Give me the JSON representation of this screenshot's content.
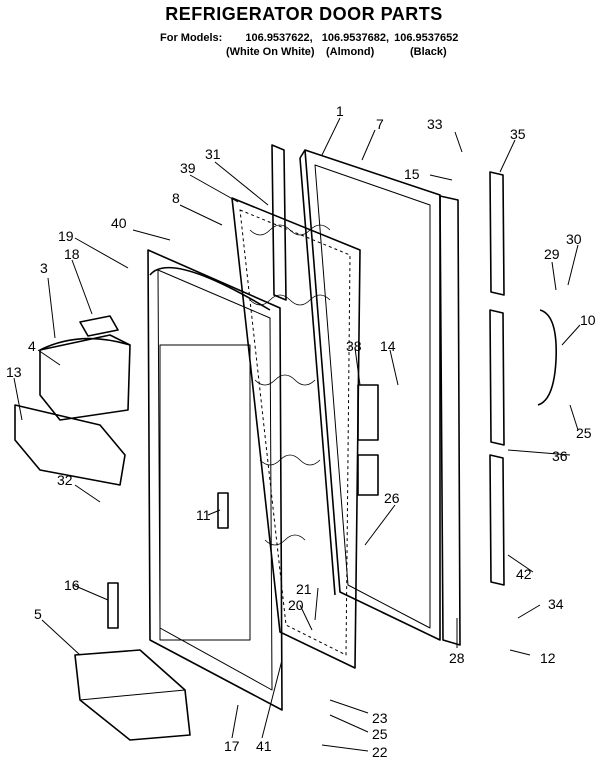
{
  "title": "REFRIGERATOR DOOR PARTS",
  "models": {
    "label": "For Models:",
    "numbers": [
      "106.9537622,",
      "106.9537682,",
      "106.9537652"
    ],
    "colors": [
      "(White On White)",
      "(Almond)",
      "(Black)"
    ]
  },
  "callouts": [
    "1",
    "7",
    "33",
    "35",
    "31",
    "39",
    "15",
    "8",
    "40",
    "19",
    "30",
    "3",
    "18",
    "29",
    "10",
    "4",
    "38",
    "14",
    "13",
    "25",
    "36",
    "32",
    "11",
    "26",
    "42",
    "16",
    "21",
    "34",
    "20",
    "5",
    "28",
    "12",
    "23",
    "25",
    "17",
    "41",
    "22"
  ]
}
